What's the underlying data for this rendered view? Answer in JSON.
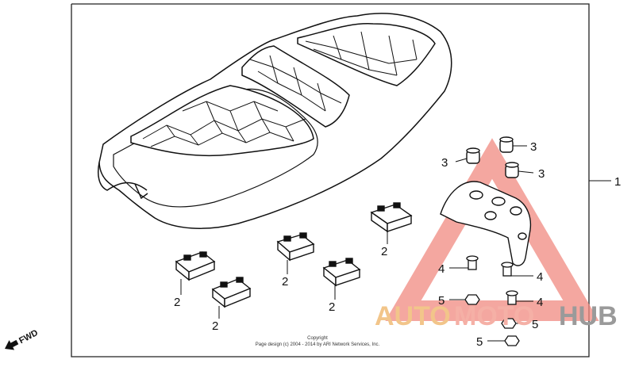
{
  "diagram": {
    "callouts": {
      "assembly": "1",
      "rubber_block": "2",
      "grommet": "3",
      "bolt": "4",
      "nut": "5"
    },
    "fwd_label": "FWD",
    "copyright_line1": "Copyright",
    "copyright_line2": "Page design (c) 2004 - 2014 by ARI Network Services, Inc.",
    "watermark": {
      "part1": "AUTO",
      "part2": "MOTO",
      "part3": "HUB",
      "colors": {
        "auto": "#f2c58a",
        "moto": "#f5b0a6",
        "hub": "#9a9a9a",
        "triangle": "#f08a80"
      }
    }
  }
}
